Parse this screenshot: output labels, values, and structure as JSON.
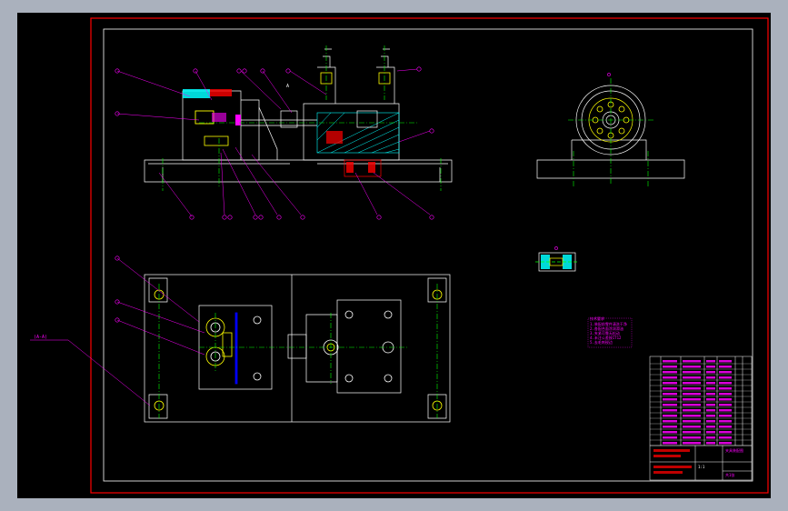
{
  "callouts": {
    "left_tag": "(A-A)",
    "top_tag": "A"
  },
  "notes": {
    "title": "技术要求",
    "lines": [
      "1.装配前零件清洗干净",
      "2.各配合面涂润滑油",
      "3.夹紧可靠无松动",
      "4.未注公差按IT12",
      "5.去毛刺锐边"
    ]
  },
  "title_block": {
    "drawing_name": "夹具装配图",
    "scale": "1:1",
    "sheet": "共1张"
  },
  "colors": {
    "background": "#000000",
    "border": "#ff0000",
    "frame": "#ffffff",
    "leader": "#ff00ff",
    "centerline": "#00ff00",
    "section_hatch": "#00ffff",
    "highlight": "#ffff00",
    "dimension": "#0000ff"
  }
}
